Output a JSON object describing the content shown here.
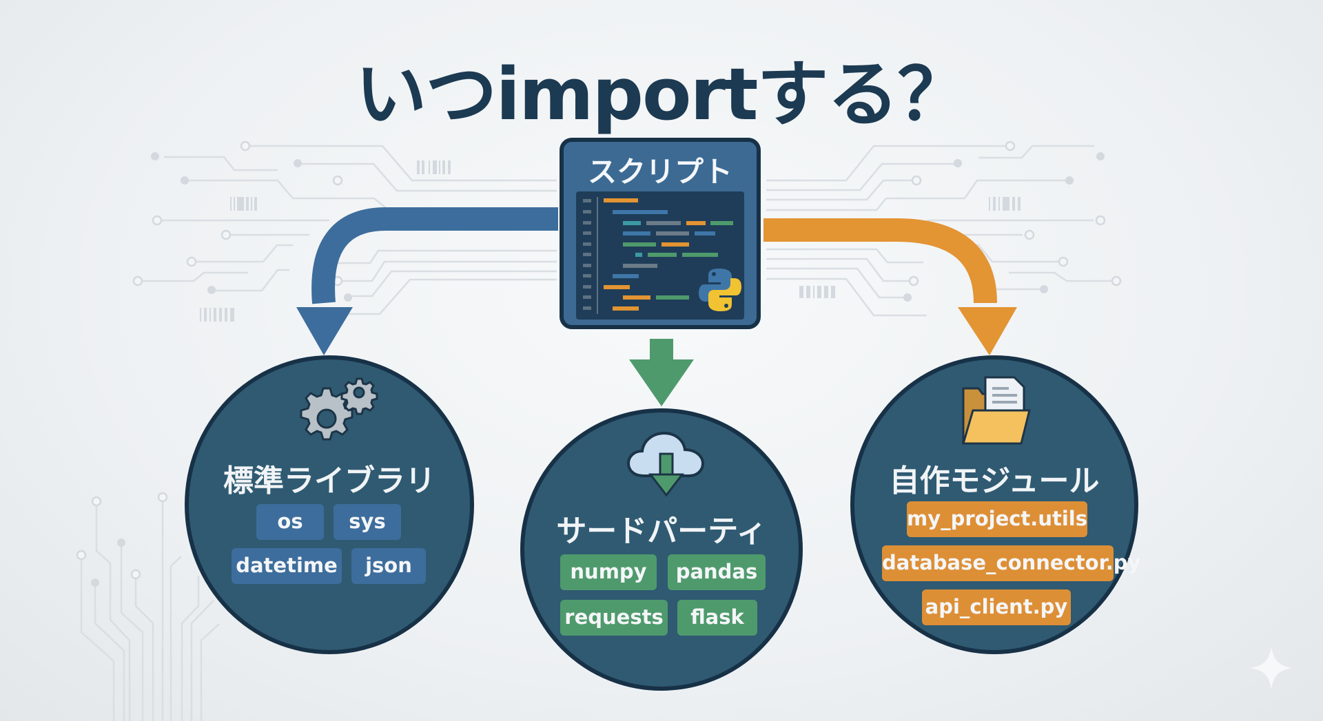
{
  "title": "いつimportする？",
  "script": {
    "label": "スクリプト",
    "icon": "python-logo-icon"
  },
  "branches": [
    {
      "id": "standard-library",
      "title": "標準ライブラリ",
      "icon": "gears-icon",
      "arrow_color": "#3d6d9c",
      "chip_color": "#3d6d9c",
      "modules": [
        "os",
        "sys",
        "datetime",
        "json"
      ]
    },
    {
      "id": "third-party",
      "title": "サードパーティ",
      "icon": "cloud-download-icon",
      "arrow_color": "#4f9a6c",
      "chip_color": "#4f9a6c",
      "modules": [
        "numpy",
        "pandas",
        "requests",
        "flask"
      ]
    },
    {
      "id": "custom-module",
      "title": "自作モジュール",
      "icon": "folder-document-icon",
      "arrow_color": "#e39433",
      "chip_color": "#dd8f36",
      "modules": [
        "my_project.utils",
        "database_connector.py",
        "api_client.py"
      ]
    }
  ],
  "colors": {
    "title": "#1c3a52",
    "circle_fill": "#2f5a72",
    "circle_border": "#173147",
    "card_fill": "#3c6a93",
    "background": "#eef1f3"
  }
}
